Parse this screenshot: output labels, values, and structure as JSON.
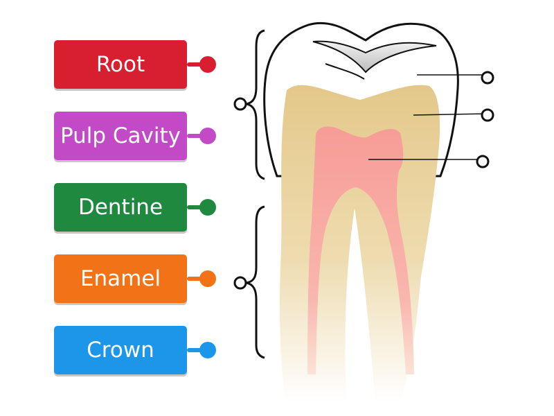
{
  "labels": [
    {
      "text": "Root",
      "color": "#d81f2f"
    },
    {
      "text": "Pulp Cavity",
      "color": "#c34ac7"
    },
    {
      "text": "Dentine",
      "color": "#1f8a3f"
    },
    {
      "text": "Enamel",
      "color": "#f27317"
    },
    {
      "text": "Crown",
      "color": "#1c96e8"
    }
  ],
  "colors": {
    "enamel": "#ffffff",
    "dentine": "#ead7a6",
    "pulp": "#f8a19d",
    "outline": "#111111"
  }
}
